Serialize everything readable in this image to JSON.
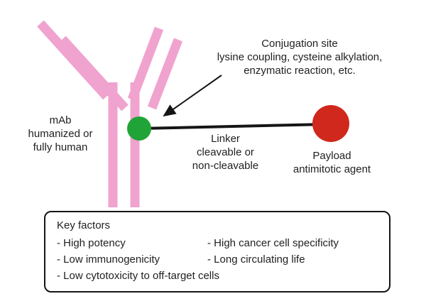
{
  "colors": {
    "antibody_pink": "#F0A3CF",
    "conjugation_green": "#21A437",
    "payload_red": "#D0281C",
    "line_black": "#151515"
  },
  "conjugation_annotation": {
    "line1": "Conjugation site",
    "line2": "lysine coupling, cysteine alkylation,",
    "line3": "enzymatic reaction, etc."
  },
  "mab": {
    "line1": "mAb",
    "line2": "humanized or",
    "line3": "fully human"
  },
  "linker": {
    "line1": "Linker",
    "line2": "cleavable or",
    "line3": "non-cleavable"
  },
  "payload": {
    "line1": "Payload",
    "line2": "antimitotic agent"
  },
  "key_factors": {
    "title": "Key factors",
    "col1": [
      "- High potency",
      "- Low immunogenicity",
      "- Low cytotoxicity to off-target cells"
    ],
    "col2": [
      "- High cancer cell specificity",
      "- Long circulating life"
    ]
  }
}
